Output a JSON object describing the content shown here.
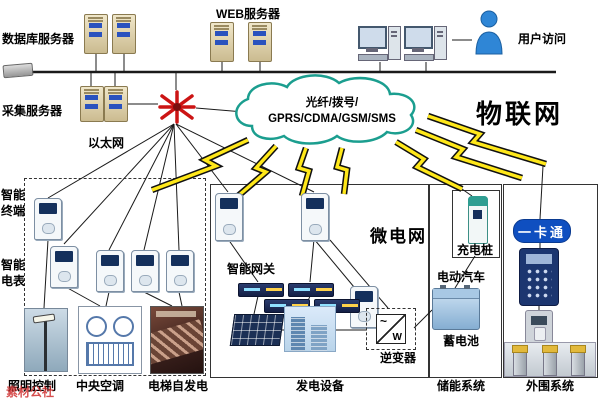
{
  "top": {
    "database_servers": "数据库服务器",
    "web_servers": "WEB服务器",
    "user_access": "用户访问"
  },
  "network": {
    "collection_servers": "采集服务器",
    "ethernet": "以太网",
    "cloud_line1": "光纤/拨号/",
    "cloud_line2": "GPRS/CDMA/GSM/SMS",
    "iot": "物联网"
  },
  "left_zone": {
    "smart_terminal": "智能终端",
    "smart_meter": "智能电表",
    "lighting": "照明控制",
    "central_ac": "中央空调",
    "elevator": "电梯自发电"
  },
  "microgrid_zone": {
    "microgrid": "微电网",
    "smart_gateway": "智能网关",
    "generation": "发电设备",
    "inverter": "逆变器",
    "inverter_ac": "~",
    "inverter_w": "W"
  },
  "right_zone": {
    "charging_pile": "充电桩",
    "electric_vehicle": "电动汽车",
    "battery": "蓄电池",
    "storage": "储能系统",
    "one_card": "一卡通",
    "peripheral": "外围系统"
  },
  "watermark": "素材公社",
  "colors": {
    "bolt_fill": "#ffe81a",
    "cloud_stroke": "#1b9e8f",
    "router_red": "#cc1414",
    "accent_blue": "#0f4fc0"
  }
}
